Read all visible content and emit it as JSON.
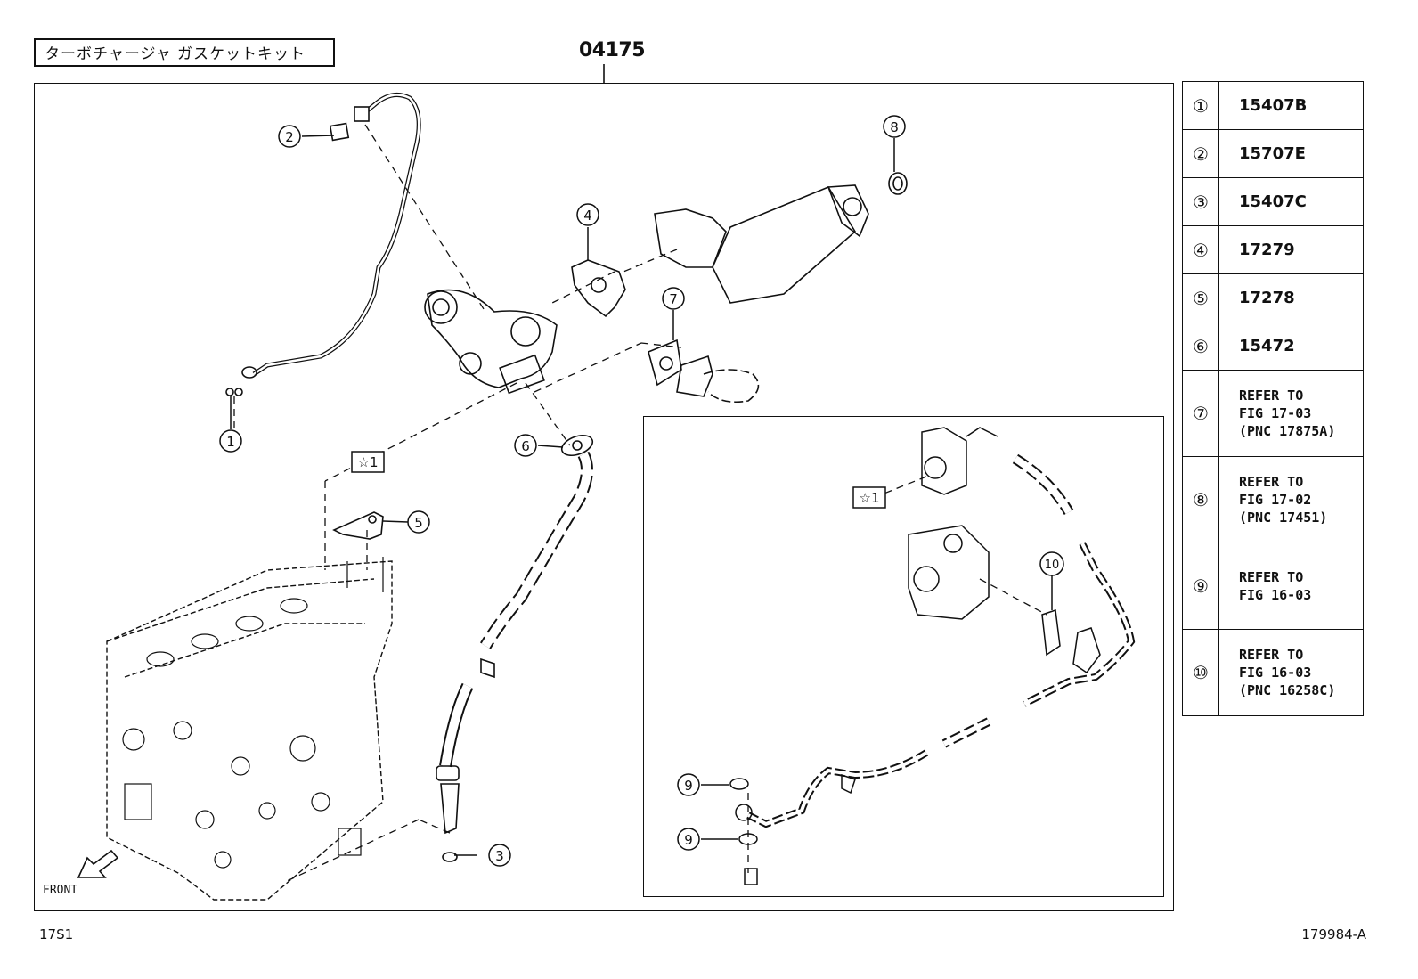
{
  "header": {
    "kit_name": "ターボチャージャ ガスケットキット",
    "kit_number": "04175"
  },
  "callouts": {
    "c1": "1",
    "c2": "2",
    "c3": "3",
    "c4": "4",
    "c5": "5",
    "c6": "6",
    "c7": "7",
    "c8": "8",
    "c9a": "9",
    "c9b": "9",
    "c10": "10",
    "star_main": "☆1",
    "star_inset": "☆1"
  },
  "front_label": "FRONT",
  "legend": [
    {
      "num": "①",
      "text": "15407B"
    },
    {
      "num": "②",
      "text": "15707E"
    },
    {
      "num": "③",
      "text": "15407C"
    },
    {
      "num": "④",
      "text": "17279"
    },
    {
      "num": "⑤",
      "text": "17278"
    },
    {
      "num": "⑥",
      "text": "15472"
    },
    {
      "num": "⑦",
      "text": "REFER TO\nFIG 17-03\n(PNC 17875A)"
    },
    {
      "num": "⑧",
      "text": "REFER TO\nFIG 17-02\n(PNC 17451)"
    },
    {
      "num": "⑨",
      "text": "REFER TO\nFIG 16-03"
    },
    {
      "num": "⑩",
      "text": "REFER TO\nFIG 16-03\n(PNC 16258C)"
    }
  ],
  "footer": {
    "left_code": "17S1",
    "right_code": "179984-A"
  }
}
